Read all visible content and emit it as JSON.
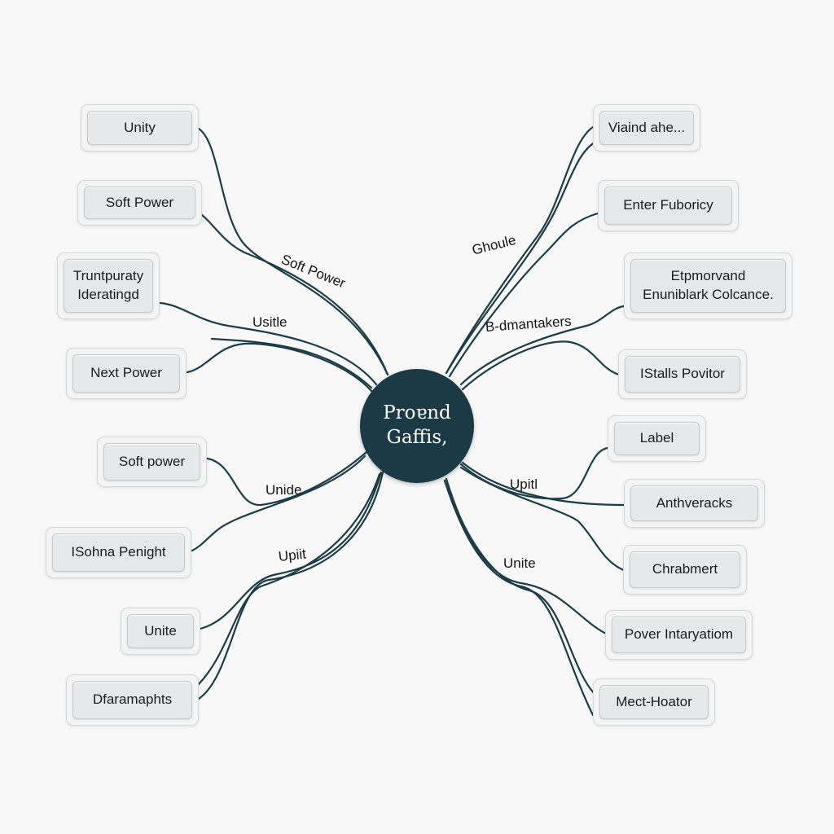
{
  "diagram": {
    "center_label_line1": "Proɐnd",
    "center_label_line2": "Gaffis,",
    "nodes": {
      "unity": "Unity",
      "soft_power_left": "Soft Power",
      "truntpuraty_line1": "Truntpuraty",
      "truntpuraty_line2": "Ideratingd",
      "next_power": "Next Power",
      "soft_power_lower": "Soft power",
      "isohna_penight": "ISohna Penight",
      "unite_left": "Unite",
      "dfaramaphts": "Dfaramaphts",
      "viaind_ahe": "Viaind ahe...",
      "enter_fuboricy": "Enter Fuboricy",
      "etpmorvand_line1": "Etpmorvand",
      "etpmorvand_line2": "Enuniblark Colcance.",
      "istalls_povitor": "IStalls Povitor",
      "label": "Label",
      "anthveracks": "Anthveracks",
      "chrabmert": "Chrabmert",
      "pover_intaryatiom": "Pover Intaryatiom",
      "mect_hoator": "Mect-Hoator"
    },
    "branch_labels": {
      "soft_power": "Soft Power",
      "ghoule": "Ghoule",
      "usitle": "Usitle",
      "b_dmantakers": "B-dmantakers",
      "unide": "Unide",
      "upitl": "Upitl",
      "upiit": "Upiit",
      "unite": "Unite"
    },
    "line_color": "#1c3d46",
    "center_color": "#1b3a45"
  }
}
